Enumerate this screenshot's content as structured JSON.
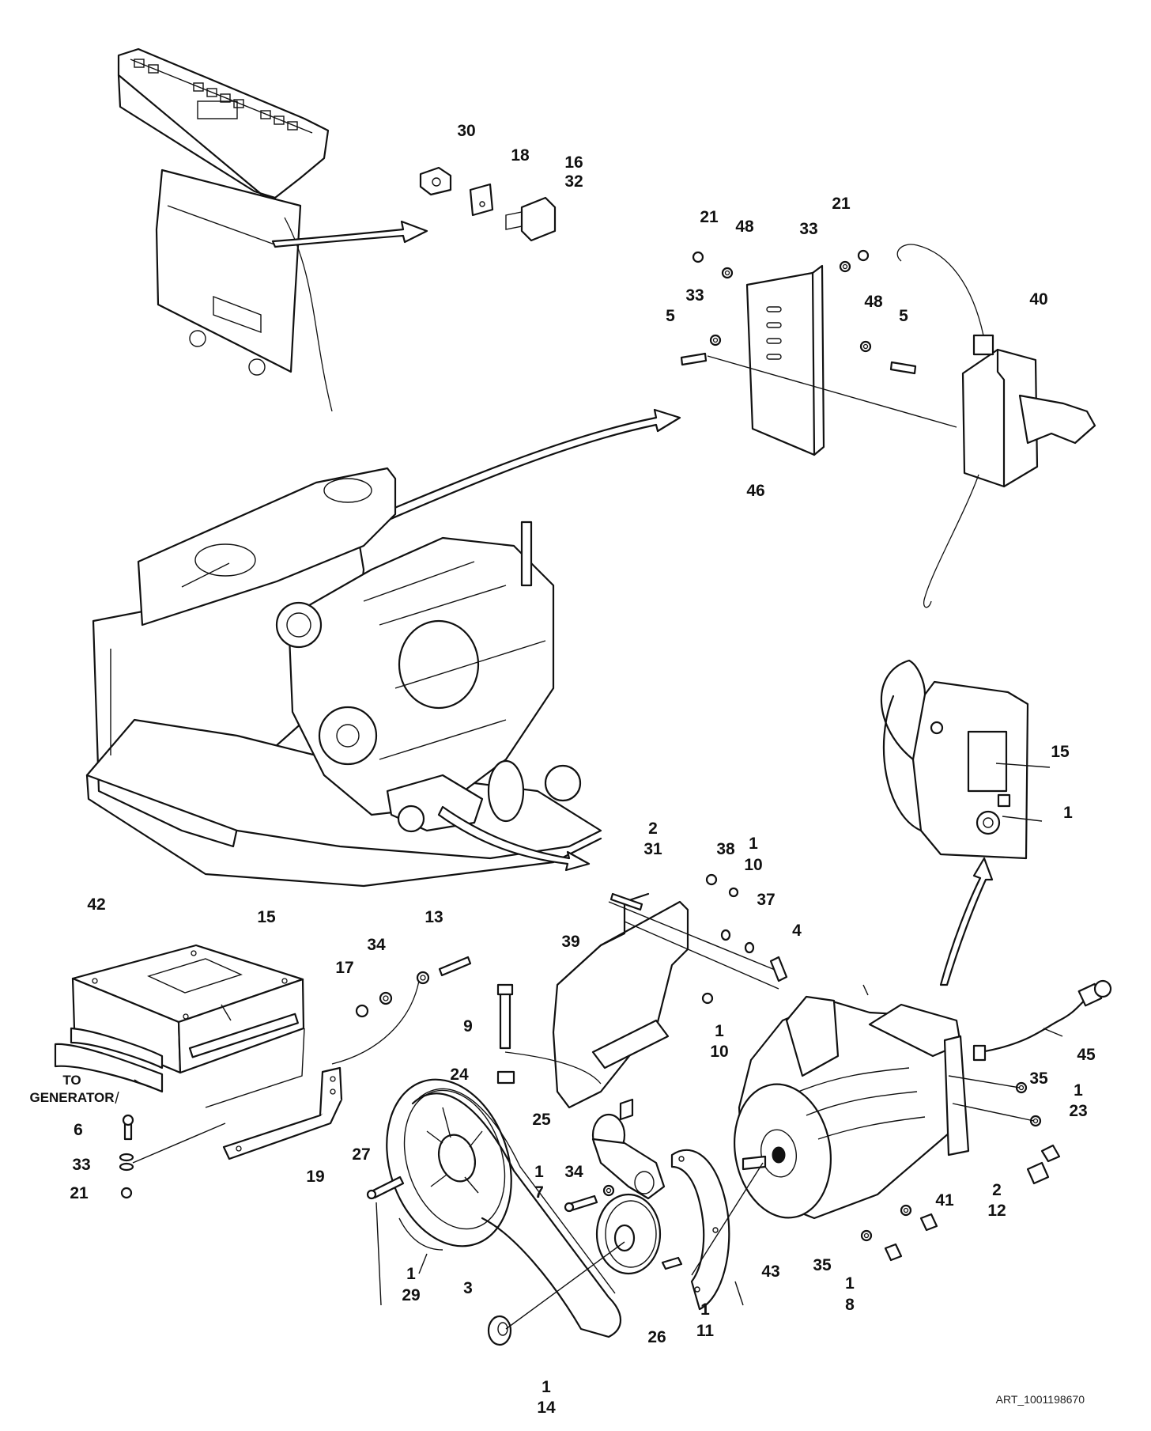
{
  "diagram": {
    "art_id": "ART_1001198670",
    "callouts": [
      {
        "id": "c30",
        "text": "30"
      },
      {
        "id": "c18",
        "text": "18"
      },
      {
        "id": "c16",
        "text": "16"
      },
      {
        "id": "c32",
        "text": "32"
      },
      {
        "id": "c21a",
        "text": "21"
      },
      {
        "id": "c48a",
        "text": "48"
      },
      {
        "id": "c33a",
        "text": "33"
      },
      {
        "id": "c21b",
        "text": "21"
      },
      {
        "id": "c33b",
        "text": "33"
      },
      {
        "id": "c5a",
        "text": "5"
      },
      {
        "id": "c48b",
        "text": "48"
      },
      {
        "id": "c5b",
        "text": "5"
      },
      {
        "id": "c40",
        "text": "40"
      },
      {
        "id": "c46",
        "text": "46"
      },
      {
        "id": "c15a",
        "text": "15"
      },
      {
        "id": "c1a",
        "text": "1"
      },
      {
        "id": "c2a",
        "text": "2"
      },
      {
        "id": "c31",
        "text": "31"
      },
      {
        "id": "c38",
        "text": "38"
      },
      {
        "id": "c1b",
        "text": "1"
      },
      {
        "id": "c10a",
        "text": "10"
      },
      {
        "id": "c37",
        "text": "37"
      },
      {
        "id": "c4",
        "text": "4"
      },
      {
        "id": "c42",
        "text": "42"
      },
      {
        "id": "c15b",
        "text": "15"
      },
      {
        "id": "c13",
        "text": "13"
      },
      {
        "id": "c34a",
        "text": "34"
      },
      {
        "id": "c17",
        "text": "17"
      },
      {
        "id": "c39",
        "text": "39"
      },
      {
        "id": "c1c",
        "text": "1"
      },
      {
        "id": "c10b",
        "text": "10"
      },
      {
        "id": "c9",
        "text": "9"
      },
      {
        "id": "c24",
        "text": "24"
      },
      {
        "id": "c45",
        "text": "45"
      },
      {
        "id": "c35a",
        "text": "35"
      },
      {
        "id": "c1d",
        "text": "1"
      },
      {
        "id": "c23",
        "text": "23"
      },
      {
        "id": "c6",
        "text": "6"
      },
      {
        "id": "c33c",
        "text": "33"
      },
      {
        "id": "c21c",
        "text": "21"
      },
      {
        "id": "c19",
        "text": "19"
      },
      {
        "id": "c27",
        "text": "27"
      },
      {
        "id": "c25",
        "text": "25"
      },
      {
        "id": "c1e",
        "text": "1"
      },
      {
        "id": "c7",
        "text": "7"
      },
      {
        "id": "c34b",
        "text": "34"
      },
      {
        "id": "c2b",
        "text": "2"
      },
      {
        "id": "c12",
        "text": "12"
      },
      {
        "id": "c41",
        "text": "41"
      },
      {
        "id": "c1f",
        "text": "1"
      },
      {
        "id": "c29",
        "text": "29"
      },
      {
        "id": "c3",
        "text": "3"
      },
      {
        "id": "c26",
        "text": "26"
      },
      {
        "id": "c1g",
        "text": "1"
      },
      {
        "id": "c11",
        "text": "11"
      },
      {
        "id": "c43",
        "text": "43"
      },
      {
        "id": "c35b",
        "text": "35"
      },
      {
        "id": "c1h",
        "text": "1"
      },
      {
        "id": "c8",
        "text": "8"
      },
      {
        "id": "c1i",
        "text": "1"
      },
      {
        "id": "c14",
        "text": "14"
      }
    ],
    "notes": {
      "to_generator_line1": "TO",
      "to_generator_line2": "GENERATOR"
    }
  }
}
